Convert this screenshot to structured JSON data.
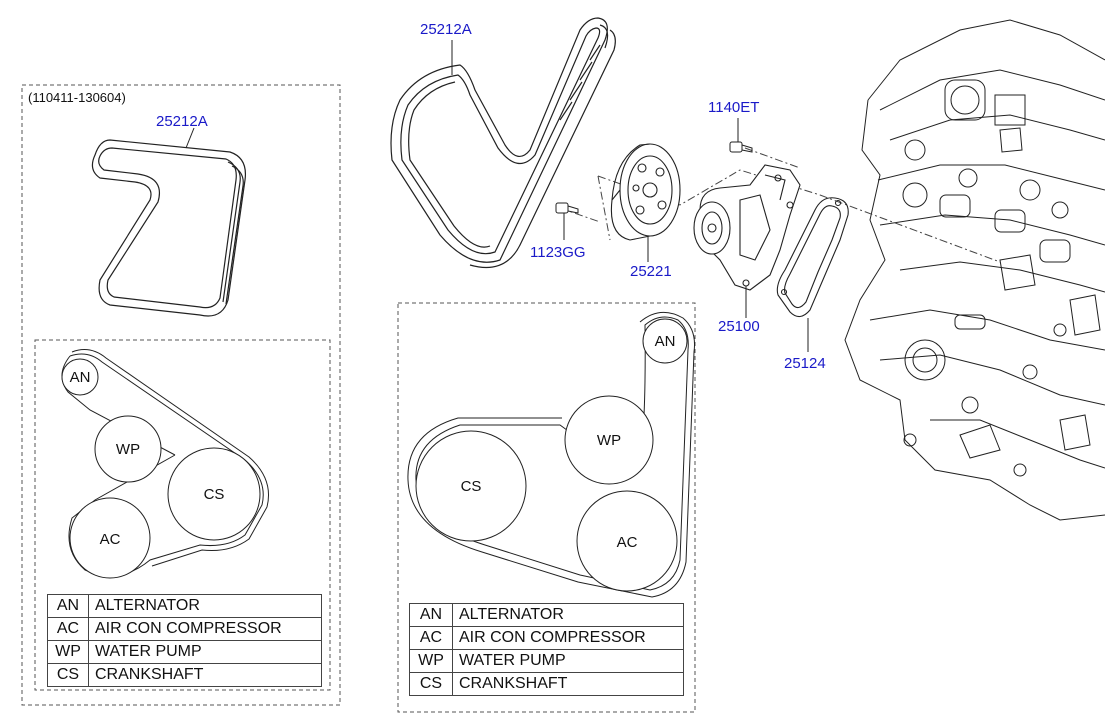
{
  "callouts": {
    "belt_main": "25212A",
    "belt_alt": "25212A",
    "bolt_a": "1140ET",
    "bolt_b": "1123GG",
    "pulley": "25221",
    "water_pump": "25100",
    "gasket": "25124"
  },
  "date_note": "(110411-130604)",
  "layout_left": {
    "pulleys": [
      "AN",
      "WP",
      "CS",
      "AC"
    ],
    "legend": [
      {
        "code": "AN",
        "name": "ALTERNATOR"
      },
      {
        "code": "AC",
        "name": "AIR CON COMPRESSOR"
      },
      {
        "code": "WP",
        "name": "WATER PUMP"
      },
      {
        "code": "CS",
        "name": "CRANKSHAFT"
      }
    ]
  },
  "layout_right": {
    "pulleys": [
      "AN",
      "WP",
      "CS",
      "AC"
    ],
    "legend": [
      {
        "code": "AN",
        "name": "ALTERNATOR"
      },
      {
        "code": "AC",
        "name": "AIR CON COMPRESSOR"
      },
      {
        "code": "WP",
        "name": "WATER PUMP"
      },
      {
        "code": "CS",
        "name": "CRANKSHAFT"
      }
    ]
  }
}
